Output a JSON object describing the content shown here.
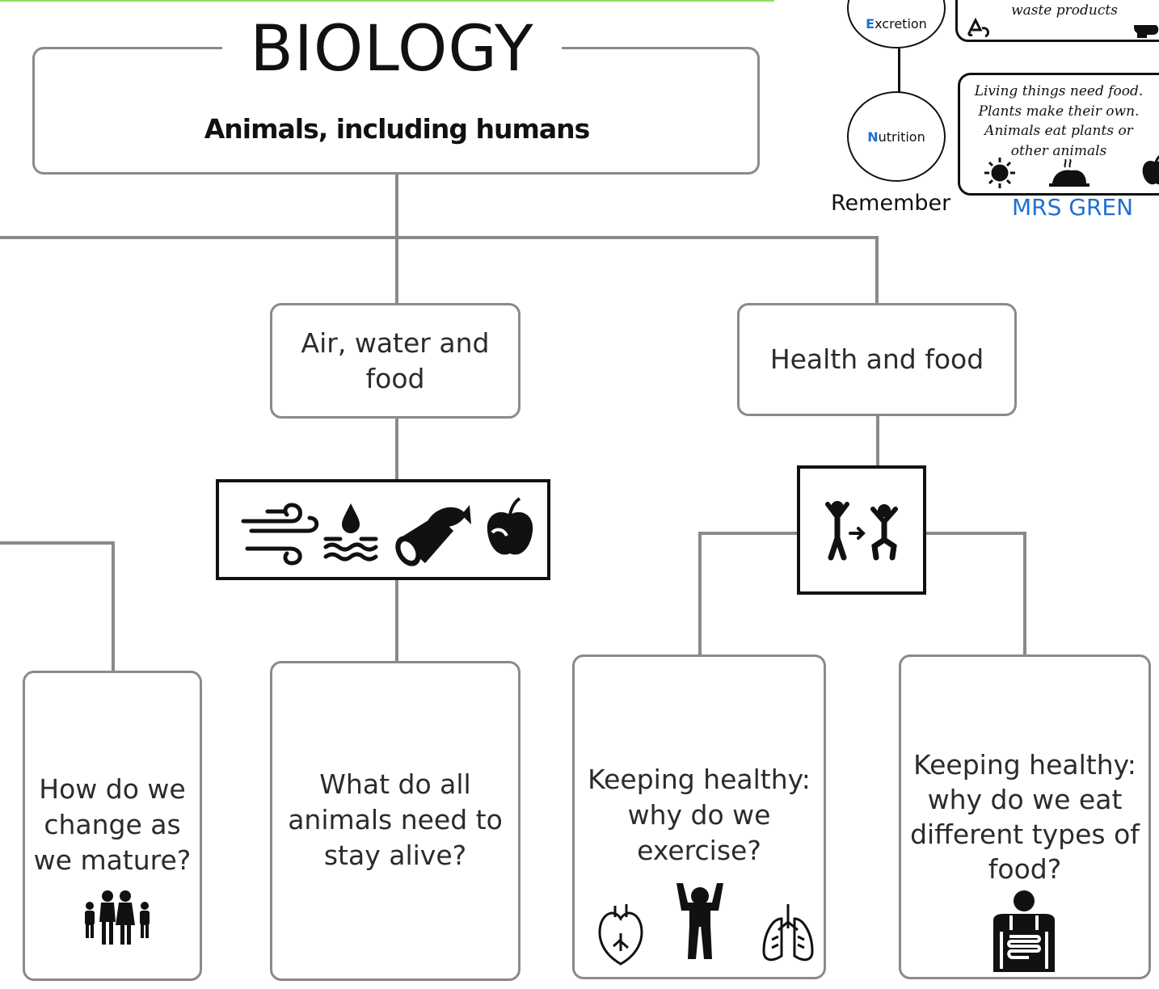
{
  "header": {
    "title": "BIOLOGY",
    "subtitle": "Animals, including humans"
  },
  "topics": [
    {
      "label_line1": "Air, water and",
      "label_line2": "food",
      "icons": [
        "wind-icon",
        "water-icon",
        "meat-fish-icon",
        "apple-icon"
      ]
    },
    {
      "label": "Health and food",
      "icons": [
        "exercise-icon"
      ]
    }
  ],
  "questions": [
    {
      "lines": [
        "How do we",
        "change as",
        "we mature?"
      ],
      "icon": "family-icon"
    },
    {
      "lines": [
        "What do all",
        "animals need to",
        "stay alive?"
      ]
    },
    {
      "lines": [
        "Keeping healthy:",
        "why do we",
        "exercise?"
      ],
      "icons": [
        "heart-icon",
        "strong-person-icon",
        "lungs-icon"
      ]
    },
    {
      "lines": [
        "Keeping healthy:",
        "why do we eat",
        "different types of",
        "food?"
      ],
      "icon": "digestive-system-icon"
    }
  ],
  "remember_panel": {
    "excretion": {
      "first_letter": "E",
      "rest": "xcretion",
      "text": "waste products"
    },
    "nutrition": {
      "first_letter": "N",
      "rest": "utrition",
      "lines": [
        "Living things need food.",
        "Plants make their own.",
        "Animals eat plants or",
        "other animals"
      ]
    },
    "remember_label": "Remember",
    "mrs_gren": "MRS GREN"
  },
  "colors": {
    "line_gray": "#8a8a8a",
    "accent_blue": "#1f6fd1",
    "top_green": "#8fe05a"
  }
}
